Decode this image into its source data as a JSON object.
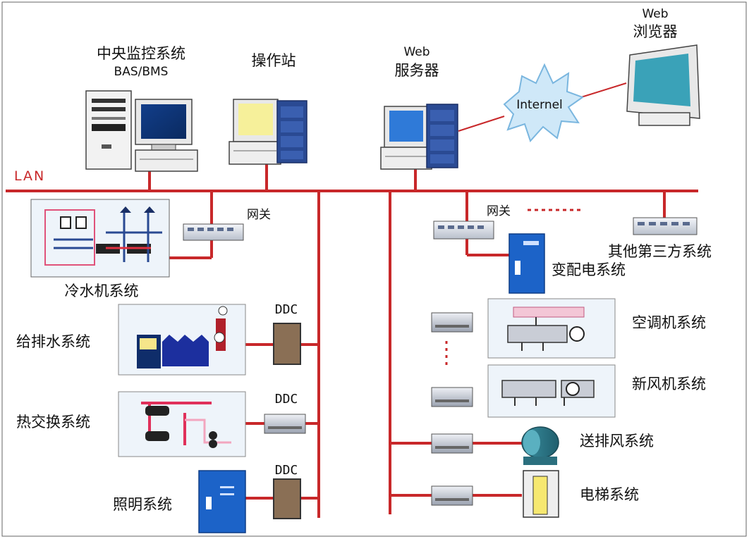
{
  "labels": {
    "central_system": "中央监控系统",
    "central_system_sub": "BAS/BMS",
    "operator_station": "操作站",
    "web_server_top": "Web",
    "web_server": "服务器",
    "web_browser_top": "Web",
    "web_browser": "浏览器",
    "internet": "Internel",
    "lan": "LAN",
    "gateway_left": "网关",
    "gateway_right": "网关",
    "chiller": "冷水机系统",
    "water_supply": "给排水系统",
    "heat_exchange": "热交换系统",
    "lighting": "照明系统",
    "ddc_1": "DDC",
    "ddc_2": "DDC",
    "ddc_3": "DDC",
    "power_distribution": "变配电系统",
    "third_party": "其他第三方系统",
    "air_conditioning": "空调机系统",
    "fresh_air": "新风机系统",
    "ventilation": "送排风系统",
    "elevator": "电梯系统"
  },
  "colors": {
    "network_line": "#c8282a",
    "cloud": "#cfe8f8",
    "cabinet_blue": "#1c63c8",
    "server_blue": "#2a4a93",
    "panel_bg": "#eef4fa",
    "ddc_brown": "#8a6f55"
  }
}
